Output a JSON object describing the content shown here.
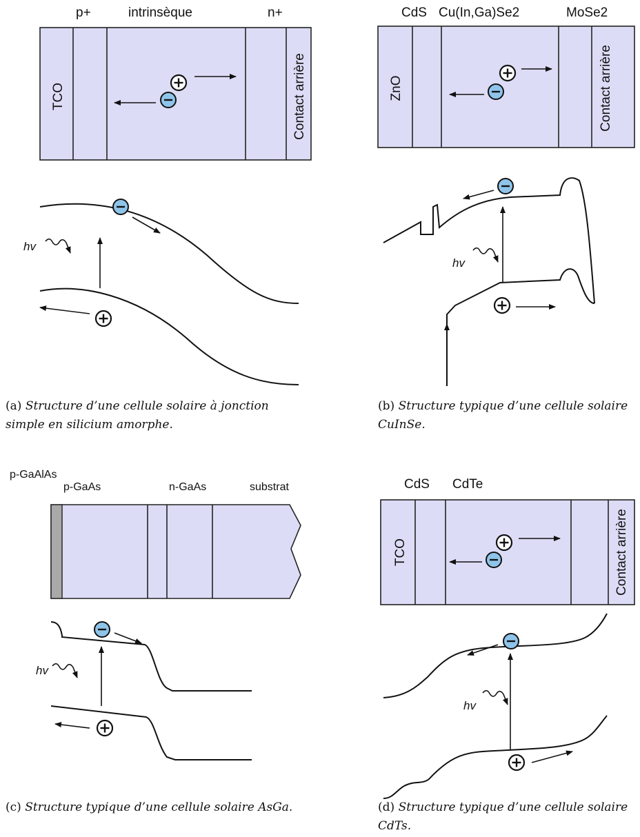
{
  "panel_a": {
    "layers": [
      "p+",
      "intrinsèque",
      "n+"
    ],
    "side_left": "TCO",
    "side_right": "Contact arrière",
    "photon": "hv",
    "caption_tag": "(a)",
    "caption_text": "Structure d’une cellule solaire à jonction simple en silicium amorphe."
  },
  "panel_b": {
    "layers": [
      "CdS",
      "Cu(In,Ga)Se2",
      "MoSe2"
    ],
    "side_left": "ZnO",
    "side_right": "Contact arrière",
    "photon": "hv",
    "caption_tag": "(b)",
    "caption_text": "Structure typique d’une cellule solaire CuInSe."
  },
  "panel_c": {
    "layers": [
      "p-GaAlAs",
      "p-GaAs",
      "n-GaAs",
      "substrat"
    ],
    "photon": "hv",
    "caption_tag": "(c)",
    "caption_text": "Structure typique d’une cellule solaire AsGa."
  },
  "panel_d": {
    "layers": [
      "CdS",
      "CdTe"
    ],
    "side_left": "TCO",
    "side_right": "Contact arrière",
    "photon": "hv",
    "caption_tag": "(d)",
    "caption_text": "Structure typique d’une cellule solaire CdTs."
  }
}
